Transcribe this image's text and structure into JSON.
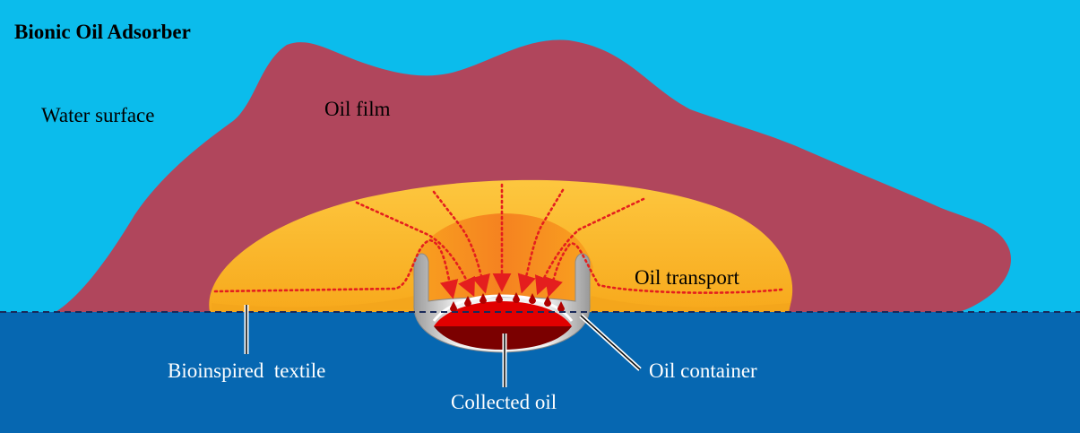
{
  "title": "Bionic Oil Adsorber",
  "labels": {
    "water_surface": "Water surface",
    "oil_film": "Oil film",
    "oil_transport": "Oil transport",
    "bioinspired_textile": "Bioinspired  textile",
    "oil_container": "Oil container",
    "collected_oil": "Collected oil"
  },
  "colors": {
    "sky_water_surface": "#0bbcec",
    "deep_water": "#0667b1",
    "oil_film": "#b0465c",
    "textile": "#fcbb2f",
    "funnel": "#f7941d",
    "container": "#d8d8d8",
    "collected_oil": "#d40000",
    "arrows": "#e41e1e"
  }
}
